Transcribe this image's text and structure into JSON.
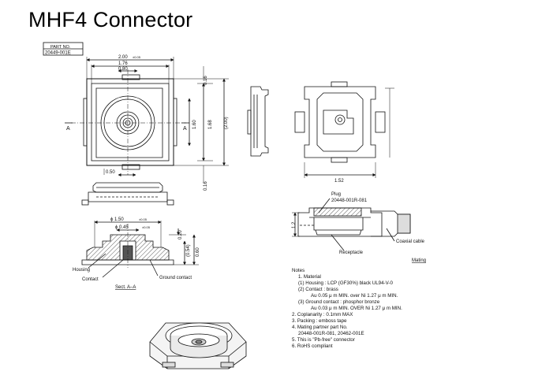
{
  "title": "MHF4 Connector",
  "part_box": {
    "header": "PART NO.",
    "number": "20449-001E"
  },
  "dims": {
    "w200": "2.00",
    "w176": "1.76",
    "w080": "0.80",
    "side016a": "0.16",
    "side016b": "0.16",
    "h168": "1.68",
    "h200": "(2.00)",
    "h160": "1.60",
    "b050": "0.50",
    "d150": "ϕ 1.50",
    "d045": "ϕ 0.45",
    "h020": "0.20",
    "h054": "(0.54)",
    "h060": "0.60",
    "w152": "1.52",
    "h12": "1.2",
    "tol_a": "±0.05",
    "tol_b": "±0.05",
    "tol_c": "±0.05"
  },
  "labels": {
    "section_a1": "A",
    "section_a2": "A",
    "housing": "Housing",
    "contact": "Contact",
    "ground_contact": "Ground contact",
    "sect": "Sect. A–A",
    "plug": "Plug",
    "plug_part": "20448-001R-081",
    "receptacle": "Receptacle",
    "coaxial": "Coaxial cable",
    "mating": "Mating"
  },
  "notes": [
    "Notes",
    "1. Material",
    "(1) Housing : LCP (GF30%) black UL94-V-0",
    "(2) Contact : brass",
    "Au 0.05 μ m MIN. over Ni 1.27 μ m MIN.",
    "(3) Ground contact : phosphor bronze",
    "Au 0.03 μ m MIN. OVER Ni 1.27 μ m MIN.",
    "2. Coplanarity : 0.1mm MAX",
    "3. Packing : emboss tape",
    "4. Mating partner part No.",
    "20448-001R-081, 20462-001E",
    "5. This is \"Pb-free\" connector",
    "6. RoHS compliant"
  ]
}
